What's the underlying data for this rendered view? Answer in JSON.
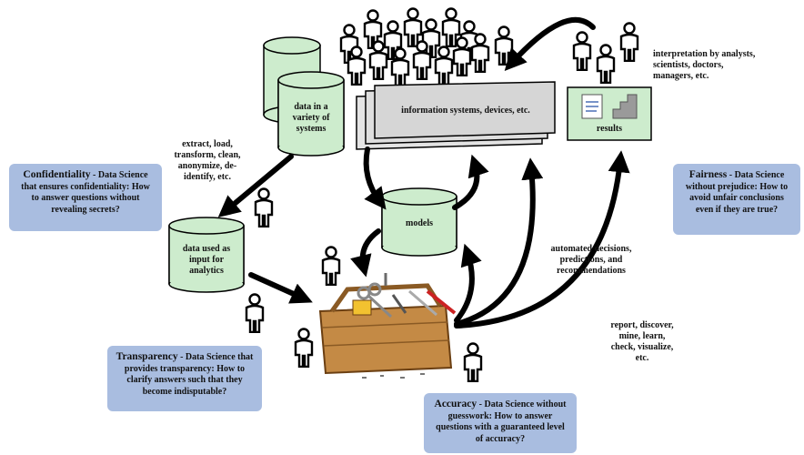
{
  "labels": {
    "data_variety": "data in a variety of systems",
    "info_systems": "information systems, devices, etc.",
    "results": "results",
    "interpretation": "interpretation by analysts, scientists, doctors, managers, etc.",
    "extract": "extract, load, transform, clean, anonymize, de-identify, etc.",
    "models": "models",
    "data_input": "data used as input for analytics",
    "automated": "automated decisions, predictions, and recommendations",
    "report": "report, discover, mine, learn, check, visualize, etc."
  },
  "boxes": {
    "confidentiality": {
      "heading": "Confidentiality",
      "body": " - Data Science that ensures confidentiality: How to answer questions without revealing secrets?"
    },
    "transparency": {
      "heading": "Transparency",
      "body": " - Data Science that provides transparency: How to clarify answers such that they become indisputable?"
    },
    "accuracy": {
      "heading": "Accuracy",
      "body": " - Data Science without guesswork: How to answer questions with a guaranteed level of accuracy?"
    },
    "fairness": {
      "heading": "Fairness",
      "body": " - Data Science without prejudice: How to avoid unfair conclusions even if they are true?"
    }
  },
  "colors": {
    "box_fill": "#a9bde0",
    "cylinder_fill": "#cdeccd",
    "panel_fill": "#d6d6d6",
    "toolbox": "#c48a45"
  },
  "icons": [
    "person-icon",
    "database-cylinder-icon",
    "toolbox-icon",
    "document-icon",
    "bar-chart-icon"
  ]
}
